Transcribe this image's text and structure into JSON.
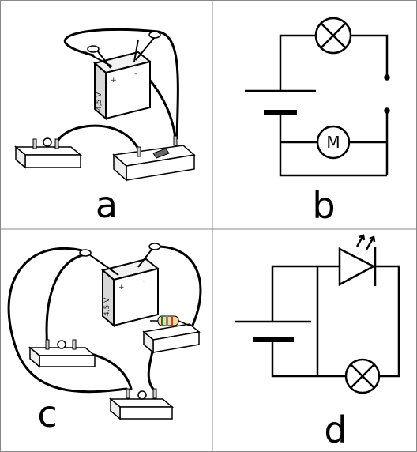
{
  "panels": [
    {
      "id": "a",
      "label": "a",
      "battery_voltage": "4,5 V",
      "battery_plus": "+",
      "battery_minus": "–"
    },
    {
      "id": "b",
      "label": "b",
      "motor_symbol": "M"
    },
    {
      "id": "c",
      "label": "c",
      "battery_voltage": "4,5 V",
      "battery_plus": "+",
      "battery_minus": "–"
    },
    {
      "id": "d",
      "label": "d"
    }
  ]
}
